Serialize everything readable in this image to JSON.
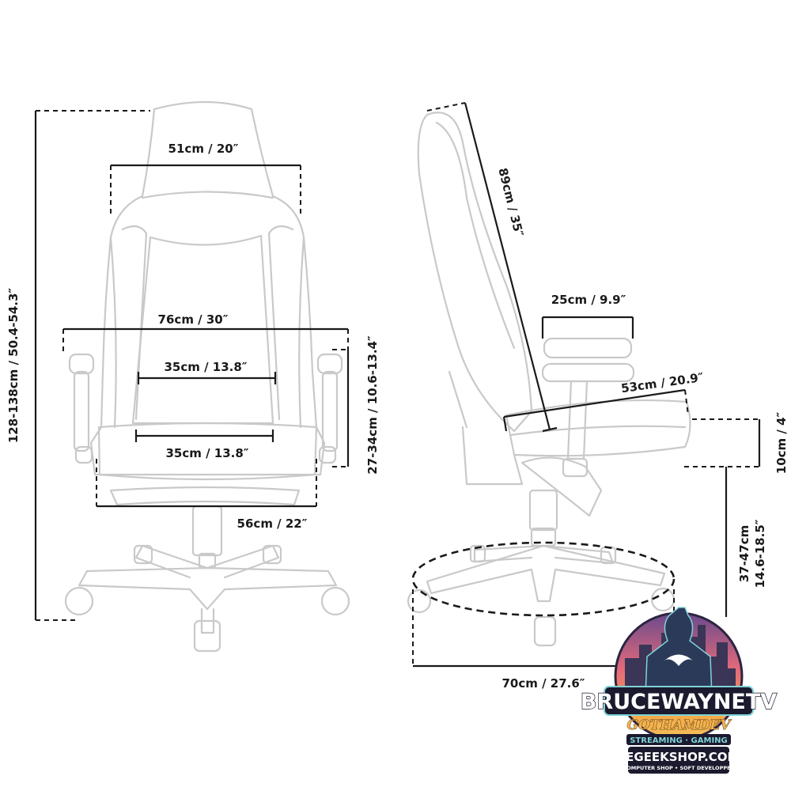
{
  "front_view": {
    "headrest_width": "51cm / 20″",
    "armrest_span": "76cm / 30″",
    "backrest_width": "35cm / 13.8″",
    "seat_width": "35cm / 13.8″",
    "base_width": "56cm / 22″",
    "total_height": "128-138cm / 50.4-54.3″",
    "armrest_height": "27-34cm / 10.6-13.4″"
  },
  "side_view": {
    "backrest_height": "89cm / 35″",
    "armrest_pad_length": "25cm / 9.9″",
    "seat_depth": "53cm / 20.9″",
    "seat_thickness": "10cm / 4″",
    "seat_height_cm": "37-47cm",
    "seat_height_in": "14.6-18.5″",
    "base_diameter": "70cm / 27.6″"
  },
  "logo": {
    "brand": "BRUCEWAYNETV",
    "script": "GOTHAMDEV",
    "tagline": "STREAMING · GAMING",
    "url": "LEGEEKSHOP.COM",
    "small": "COMPUTER SHOP • SOFT DEVELOPPER"
  },
  "colors": {
    "outline": "#c9c9c9",
    "dimension": "#1a1a1a",
    "logo_orange": "#f2b34b",
    "logo_teal": "#7fd3d8",
    "logo_dark": "#1b1a2e"
  }
}
